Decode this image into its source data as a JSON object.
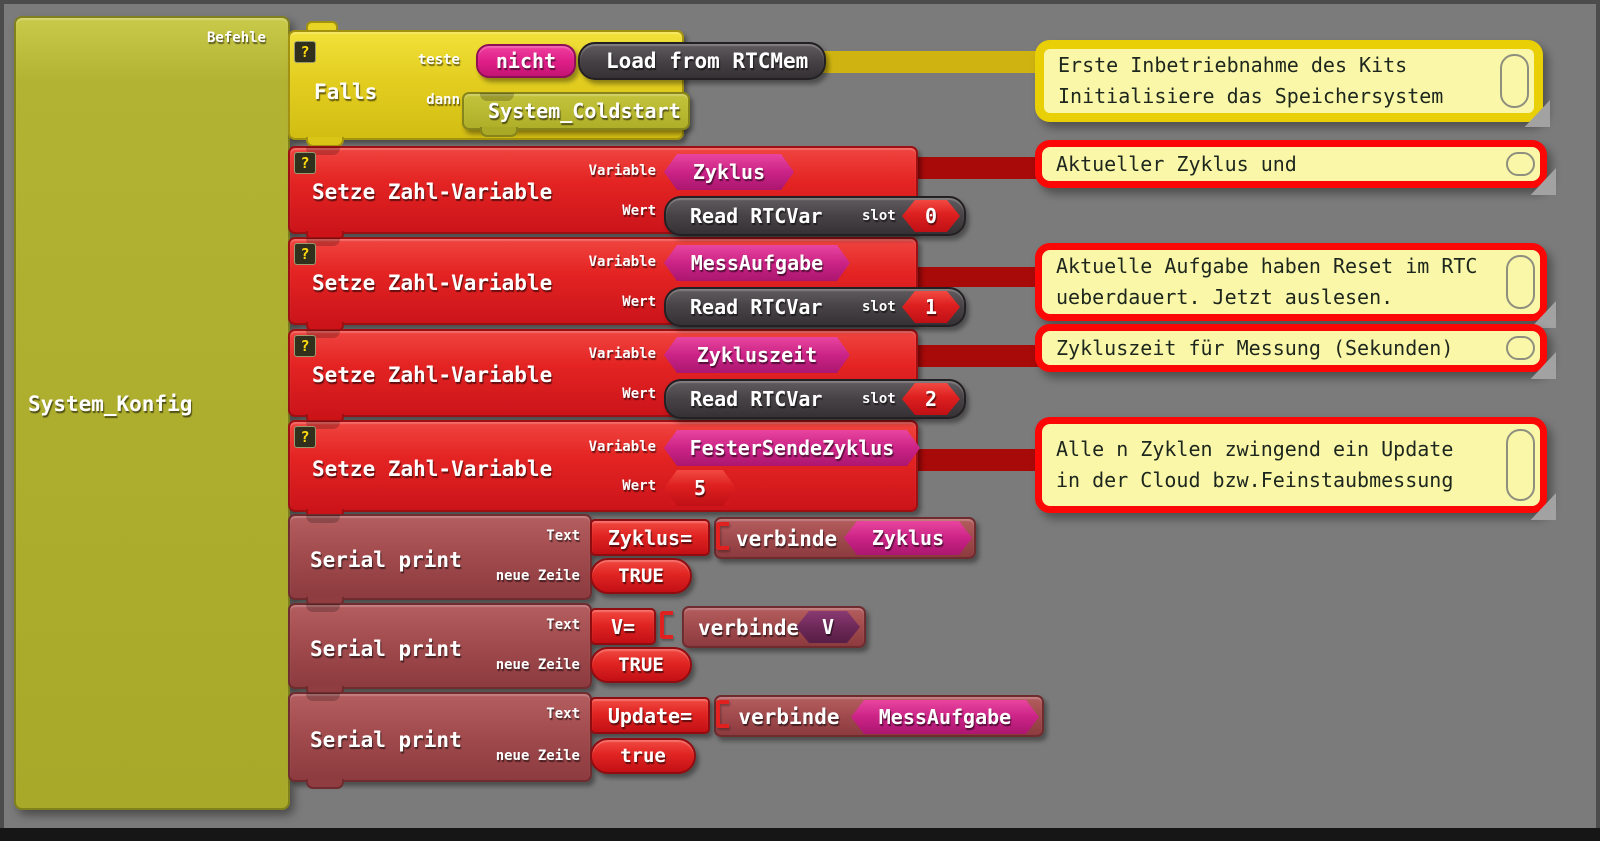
{
  "panel": {
    "section": "Befehle",
    "title": "System_Konfig"
  },
  "labels": {
    "help": "?",
    "setze": "Setze Zahl-Variable",
    "variable": "Variable",
    "wert": "Wert",
    "read_rtcvar": "Read RTCVar",
    "slot": "slot",
    "serial_print": "Serial print",
    "text": "Text",
    "neue_zeile": "neue Zeile",
    "verbinde": "verbinde"
  },
  "falls": {
    "label": "Falls",
    "teste": "teste",
    "dann": "dann",
    "nicht": "nicht",
    "test_block": "Load from RTCMem",
    "then_block": "System_Coldstart"
  },
  "sets": [
    {
      "variable": "Zyklus",
      "slot": "0"
    },
    {
      "variable": "MessAufgabe",
      "slot": "1"
    },
    {
      "variable": "Zykluszeit",
      "slot": "2"
    },
    {
      "variable": "FesterSendeZyklus",
      "value": "5"
    }
  ],
  "serials": [
    {
      "text": "Zyklus=",
      "variable": "Zyklus",
      "newline": "TRUE"
    },
    {
      "text": "V=",
      "variable": "V",
      "newline": "TRUE"
    },
    {
      "text": "Update=",
      "variable": "MessAufgabe",
      "newline": "true"
    }
  ],
  "comments": [
    {
      "lines": [
        "Erste Inbetriebnahme des Kits",
        "Initialisiere das Speichersystem"
      ]
    },
    {
      "lines": [
        "Aktueller Zyklus und"
      ]
    },
    {
      "lines": [
        "Aktuelle Aufgabe haben Reset im RTC",
        "ueberdauert. Jetzt auslesen."
      ]
    },
    {
      "lines": [
        "Zykluszeit für Messung (Sekunden)"
      ]
    },
    {
      "lines": [
        "Alle n Zyklen zwingend ein Update",
        "in der Cloud bzw.Feinstaubmessung"
      ]
    }
  ],
  "colors": {
    "canvas_bg": "#7b7b7b",
    "panel_olive": "#aeae2a",
    "block_yellow": "#e3ce20",
    "block_red": "#e42423",
    "block_maroon": "#a04a4d",
    "block_dark": "#474245",
    "chip_magenta": "#cb2386",
    "chip_purple": "#6b2756",
    "comment_bg": "#faf7a9",
    "comment_border_yellow": "#e9cf05",
    "comment_border_red": "#fb0806",
    "connector_gold": "#cfb411",
    "connector_red": "#a80909"
  }
}
